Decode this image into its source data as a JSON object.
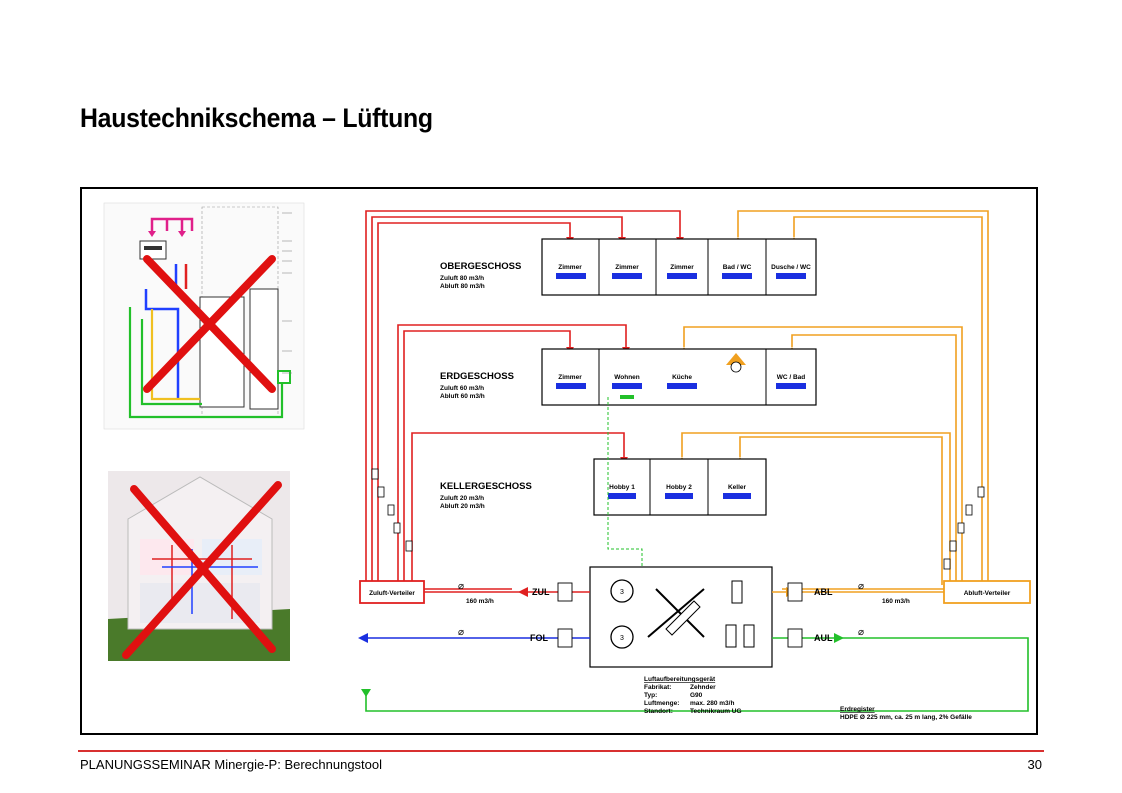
{
  "slide": {
    "title": "Haustechnikschema – Lüftung",
    "footer_left": "PLANUNGSSEMINAR Minergie-P: Berechnungstool",
    "page_number": "30"
  },
  "colors": {
    "supply": "#e02020",
    "extract": "#f0a020",
    "outdoor": "#1a2fe0",
    "ground": "#22c02a",
    "cross": "#e01010",
    "footer_rule": "#d83030"
  },
  "floors": {
    "og": {
      "name": "OBERGESCHOSS",
      "zuluft": "Zuluft 80 m3/h",
      "abluft": "Abluft 80 m3/h",
      "rooms": [
        "Zimmer",
        "Zimmer",
        "Zimmer",
        "Bad / WC",
        "Dusche / WC"
      ]
    },
    "eg": {
      "name": "ERDGESCHOSS",
      "zuluft": "Zuluft 60 m3/h",
      "abluft": "Abluft 60 m3/h",
      "rooms": [
        "Zimmer",
        "Wohnen",
        "Küche",
        "WC / Bad"
      ]
    },
    "kg": {
      "name": "KELLERGESCHOSS",
      "zuluft": "Zuluft 20 m3/h",
      "abluft": "Abluft 20 m3/h",
      "rooms": [
        "Hobby 1",
        "Hobby 2",
        "Keller"
      ]
    }
  },
  "distributors": {
    "supply": "Zuluft-Verteiler",
    "extract": "Abluft-Verteiler"
  },
  "flows": {
    "left": "160 m3/h",
    "right": "160 m3/h"
  },
  "ducts": {
    "zul": "ZUL",
    "fol": "FOL",
    "abl": "ABL",
    "aul": "AUL"
  },
  "unit": {
    "heading": "Luftaufbereitungsgerät",
    "rows": [
      {
        "k": "Fabrikat:",
        "v": "Zehnder"
      },
      {
        "k": "Typ:",
        "v": "G90"
      },
      {
        "k": "Luftmenge:",
        "v": "max. 280 m3/h"
      },
      {
        "k": "Standort:",
        "v": "Technikraum UG"
      }
    ]
  },
  "ground_register": {
    "heading": "Erdregister",
    "detail": "HDPE Ø 225 mm, ca. 25 m lang, 2% Gefälle"
  }
}
